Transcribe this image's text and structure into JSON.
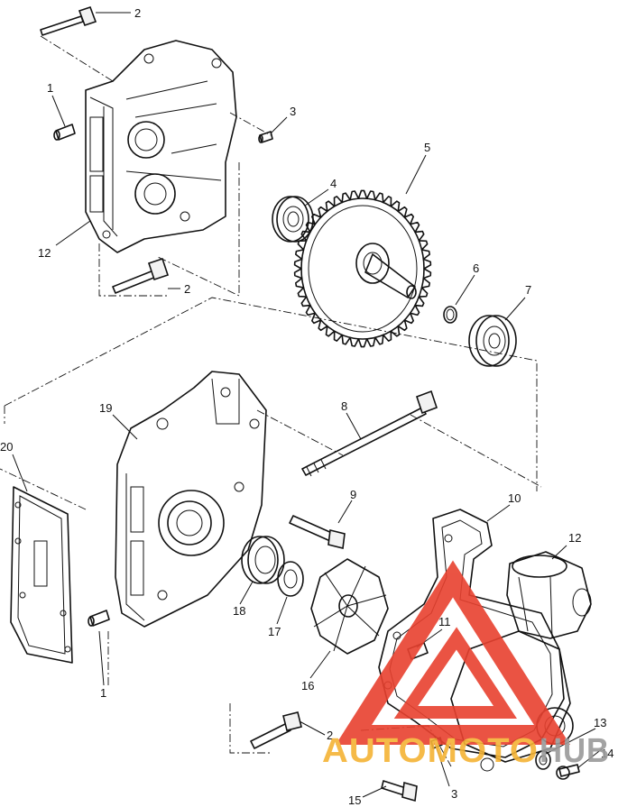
{
  "callouts": [
    {
      "id": "c2a",
      "label": "2"
    },
    {
      "id": "c1a",
      "label": "1"
    },
    {
      "id": "c3a",
      "label": "3"
    },
    {
      "id": "c12a",
      "label": "12"
    },
    {
      "id": "c2b",
      "label": "2"
    },
    {
      "id": "c4",
      "label": "4"
    },
    {
      "id": "c5",
      "label": "5"
    },
    {
      "id": "c6",
      "label": "6"
    },
    {
      "id": "c7",
      "label": "7"
    },
    {
      "id": "c19",
      "label": "19"
    },
    {
      "id": "c8",
      "label": "8"
    },
    {
      "id": "c20",
      "label": "20"
    },
    {
      "id": "c9",
      "label": "9"
    },
    {
      "id": "c10",
      "label": "10"
    },
    {
      "id": "c12b",
      "label": "12"
    },
    {
      "id": "c18",
      "label": "18"
    },
    {
      "id": "c17",
      "label": "17"
    },
    {
      "id": "c11",
      "label": "11"
    },
    {
      "id": "c16",
      "label": "16"
    },
    {
      "id": "c1b",
      "label": "1"
    },
    {
      "id": "c2c",
      "label": "2"
    },
    {
      "id": "c13",
      "label": "13"
    },
    {
      "id": "c14",
      "label": "14"
    },
    {
      "id": "c3b",
      "label": "3"
    },
    {
      "id": "c15",
      "label": "15"
    }
  ],
  "watermark": {
    "part1": "AUTOMOTO",
    "part2": "HUB",
    "color_orange": "#f5b335",
    "color_red": "#e8412f",
    "color_gray": "#9a9a9a"
  }
}
